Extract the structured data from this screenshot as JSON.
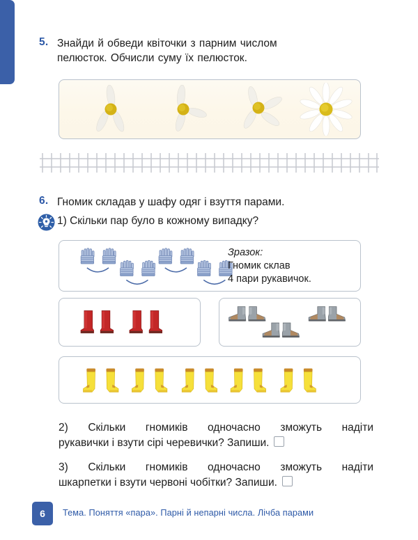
{
  "page": {
    "number": "6",
    "footer_topic": "Тема. Поняття «пара». Парні й непарні числа. Лічба парами",
    "accent_blue": "#3b60a8",
    "text_blue": "#2d59a7",
    "panel_border": "#b9c2cc",
    "flower_panel_bg": "#fdf7e9"
  },
  "task5": {
    "number": "5.",
    "line1": "Знайди й обведи квіточки з парним числом",
    "line2": "пелюсток. Обчисли суму їх пелюсток.",
    "flowers": [
      {
        "label": "flower-3-petals",
        "petals": 3,
        "core_color": "#d4b216",
        "petal_color": "#f2f0ea"
      },
      {
        "label": "flower-3-petals",
        "petals": 3,
        "core_color": "#d4b216",
        "petal_color": "#f2f0ea"
      },
      {
        "label": "flower-4-petals",
        "petals": 4,
        "core_color": "#d4b216",
        "petal_color": "#f2f0ea"
      },
      {
        "label": "flower-10-petals",
        "petals": 10,
        "core_color": "#d9bb1b",
        "petal_color": "#ffffff"
      }
    ]
  },
  "divider": {
    "name": "ladder-rule",
    "ticks": 38,
    "color": "#c9ccd2"
  },
  "task6": {
    "number": "6.",
    "intro": "Гномик складав у шафу одяг і взуття парами.",
    "icon": "lightbulb-icon",
    "sub1": "1) Скільки пар було в кожному випадку?",
    "panels": {
      "gloves": {
        "item": "mittens",
        "count": 8,
        "pairs": 4,
        "color": "#8fa3cb",
        "sample_label": "Зразок:",
        "sample_line1": "Гномик склав",
        "sample_line2": "4 пари рукавичок."
      },
      "red_boots": {
        "item": "red-boots",
        "count": 4,
        "pairs": 2,
        "color": "#c62a2a"
      },
      "grey_boots": {
        "item": "grey-ankle-boots",
        "count": 6,
        "pairs": 3,
        "color": "#8a929b"
      },
      "socks": {
        "item": "yellow-socks",
        "count": 10,
        "pairs": 5,
        "color": "#f6e03a",
        "cuff_color": "#c98a2a"
      }
    },
    "q2_line1": "2) Скільки гномиків одночасно зможуть надіти",
    "q2_line2": "рукавички і взути сірі черевички? Запиши.",
    "q3_line1": "3) Скільки гномиків одночасно зможуть надіти",
    "q3_line2": "шкарпетки і взути червоні чобітки? Запиши.",
    "answer_box": ""
  }
}
